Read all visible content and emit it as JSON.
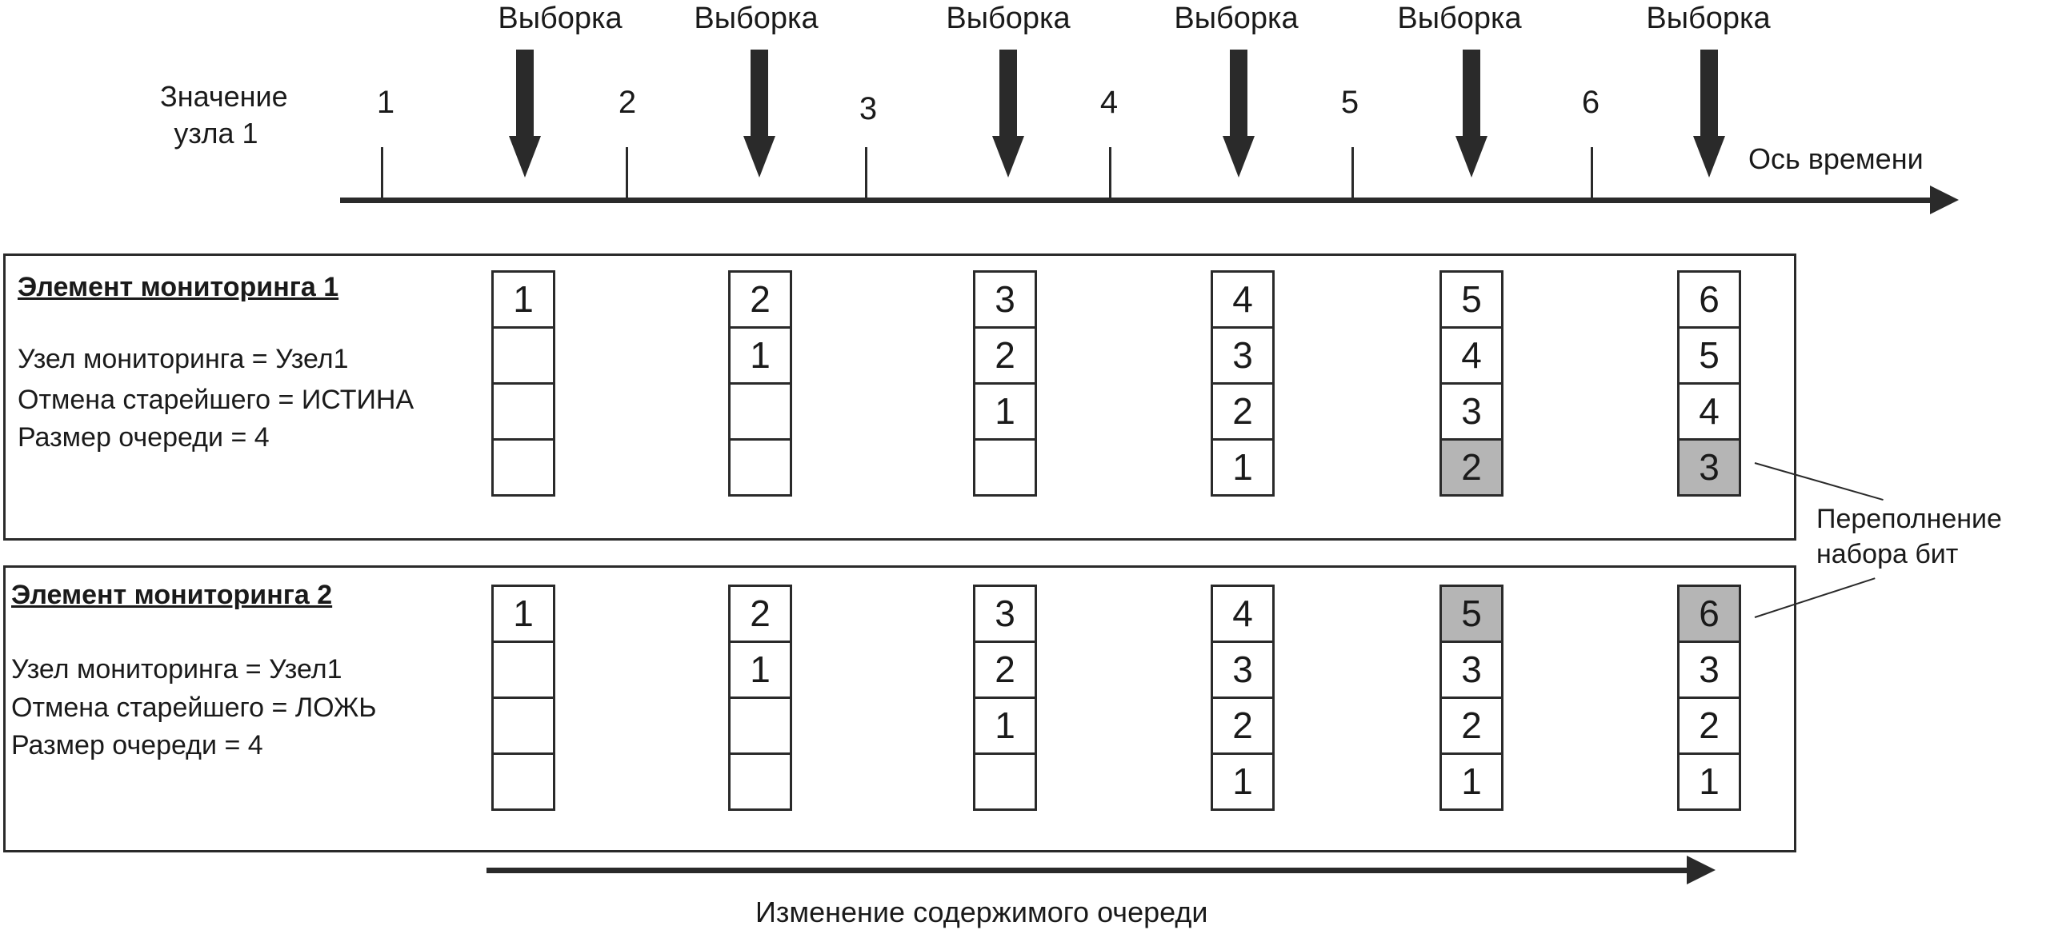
{
  "timeline": {
    "value_label_line1": "Значение",
    "value_label_line2": "узла 1",
    "axis_label": "Ось времени",
    "samples": [
      "Выборка",
      "Выборка",
      "Выборка",
      "Выборка",
      "Выборка",
      "Выборка"
    ],
    "ticks": [
      "1",
      "2",
      "3",
      "4",
      "5",
      "6"
    ]
  },
  "panels": [
    {
      "title": "Элемент мониторинга 1",
      "params": [
        "Узел мониторинга = Узел1",
        "Отмена старейшего = ИСТИНА",
        "Размер очереди = 4"
      ],
      "queues": [
        [
          {
            "v": "1",
            "overflow": false
          },
          {
            "v": "",
            "overflow": false
          },
          {
            "v": "",
            "overflow": false
          },
          {
            "v": "",
            "overflow": false
          }
        ],
        [
          {
            "v": "2",
            "overflow": false
          },
          {
            "v": "1",
            "overflow": false
          },
          {
            "v": "",
            "overflow": false
          },
          {
            "v": "",
            "overflow": false
          }
        ],
        [
          {
            "v": "3",
            "overflow": false
          },
          {
            "v": "2",
            "overflow": false
          },
          {
            "v": "1",
            "overflow": false
          },
          {
            "v": "",
            "overflow": false
          }
        ],
        [
          {
            "v": "4",
            "overflow": false
          },
          {
            "v": "3",
            "overflow": false
          },
          {
            "v": "2",
            "overflow": false
          },
          {
            "v": "1",
            "overflow": false
          }
        ],
        [
          {
            "v": "5",
            "overflow": false
          },
          {
            "v": "4",
            "overflow": false
          },
          {
            "v": "3",
            "overflow": false
          },
          {
            "v": "2",
            "overflow": true
          }
        ],
        [
          {
            "v": "6",
            "overflow": false
          },
          {
            "v": "5",
            "overflow": false
          },
          {
            "v": "4",
            "overflow": false
          },
          {
            "v": "3",
            "overflow": true
          }
        ]
      ]
    },
    {
      "title": "Элемент мониторинга 2",
      "params": [
        "Узел мониторинга = Узел1",
        "Отмена старейшего = ЛОЖЬ",
        "Размер очереди = 4"
      ],
      "queues": [
        [
          {
            "v": "1",
            "overflow": false
          },
          {
            "v": "",
            "overflow": false
          },
          {
            "v": "",
            "overflow": false
          },
          {
            "v": "",
            "overflow": false
          }
        ],
        [
          {
            "v": "2",
            "overflow": false
          },
          {
            "v": "1",
            "overflow": false
          },
          {
            "v": "",
            "overflow": false
          },
          {
            "v": "",
            "overflow": false
          }
        ],
        [
          {
            "v": "3",
            "overflow": false
          },
          {
            "v": "2",
            "overflow": false
          },
          {
            "v": "1",
            "overflow": false
          },
          {
            "v": "",
            "overflow": false
          }
        ],
        [
          {
            "v": "4",
            "overflow": false
          },
          {
            "v": "3",
            "overflow": false
          },
          {
            "v": "2",
            "overflow": false
          },
          {
            "v": "1",
            "overflow": false
          }
        ],
        [
          {
            "v": "5",
            "overflow": true
          },
          {
            "v": "3",
            "overflow": false
          },
          {
            "v": "2",
            "overflow": false
          },
          {
            "v": "1",
            "overflow": false
          }
        ],
        [
          {
            "v": "6",
            "overflow": true
          },
          {
            "v": "3",
            "overflow": false
          },
          {
            "v": "2",
            "overflow": false
          },
          {
            "v": "1",
            "overflow": false
          }
        ]
      ]
    }
  ],
  "overflow_note": {
    "line1": "Переполнение",
    "line2": "набора бит"
  },
  "bottom_caption": "Изменение содержимого очереди",
  "colors": {
    "line": "#2a2a2a",
    "overflow_fill": "#b5b5b5"
  }
}
